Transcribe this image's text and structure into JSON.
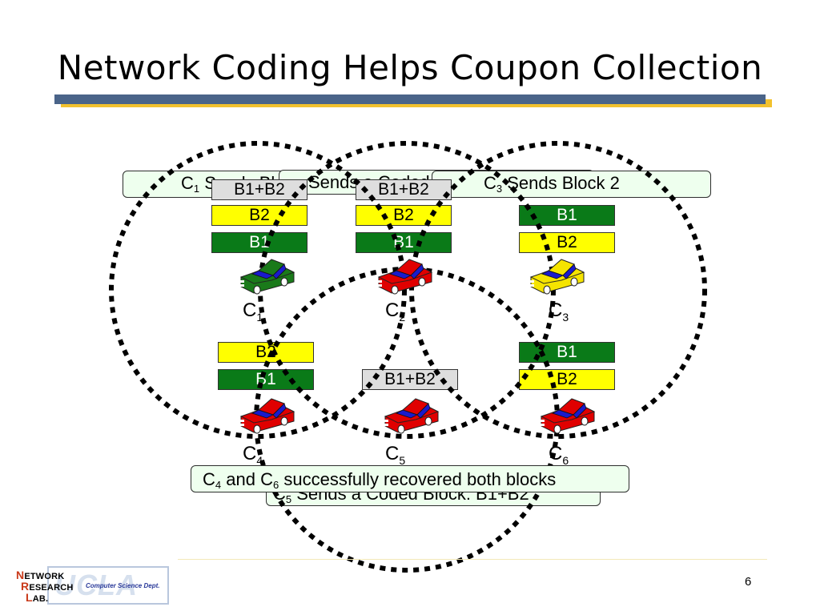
{
  "slide": {
    "title": "Network Coding Helps Coupon Collection",
    "page_number": "6"
  },
  "callouts": {
    "c1": {
      "text": "Sends Block 1",
      "node": "C",
      "sub": "1"
    },
    "c2": {
      "text": "Sends a Coded Block: B1+B2"
    },
    "c3": {
      "node": "C",
      "sub": "3",
      "text": "Sends Block 2"
    },
    "c5": {
      "node": "C",
      "sub": "5",
      "text": "Sends a Coded Block: B1+B2"
    },
    "recovered": {
      "c4": "C",
      "c4_sub": "4",
      "mid": "and",
      "c6": "C",
      "c6_sub": "6",
      "text": "successfully recovered both blocks"
    }
  },
  "nodes": [
    {
      "name": "C",
      "sub": "1",
      "car_color": "#1a7a1a",
      "blocks": [
        "B1+B2",
        "B2",
        "B1"
      ]
    },
    {
      "name": "C",
      "sub": "2",
      "car_color": "#e00000",
      "blocks": [
        "B1+B2",
        "B2",
        "B1"
      ]
    },
    {
      "name": "C",
      "sub": "3",
      "car_color": "#f5e400",
      "blocks": [
        "B1",
        "B2"
      ]
    },
    {
      "name": "C",
      "sub": "4",
      "car_color": "#e00000",
      "blocks": [
        "B2",
        "B1"
      ]
    },
    {
      "name": "C",
      "sub": "5",
      "car_color": "#e00000",
      "blocks": [
        "B1+B2"
      ]
    },
    {
      "name": "C",
      "sub": "6",
      "car_color": "#e00000",
      "blocks": [
        "B1",
        "B2"
      ]
    }
  ],
  "logo": {
    "line1_cap": "N",
    "line1_rest": "ETWORK",
    "line2_cap": "R",
    "line2_rest": "ESEARCH",
    "line3_cap": "L",
    "line3_rest": "AB.",
    "dept": "Computer Science Dept.",
    "ucla": "UCLA"
  },
  "colors": {
    "title_bar_blue": "#4a6489",
    "title_bar_yellow": "#f2c12e",
    "callout_fill": "#eeffee",
    "block_yellow": "#ffff00",
    "block_green": "#0a7a18",
    "block_gray": "#dedede",
    "car_blue": "#1a1acc"
  }
}
